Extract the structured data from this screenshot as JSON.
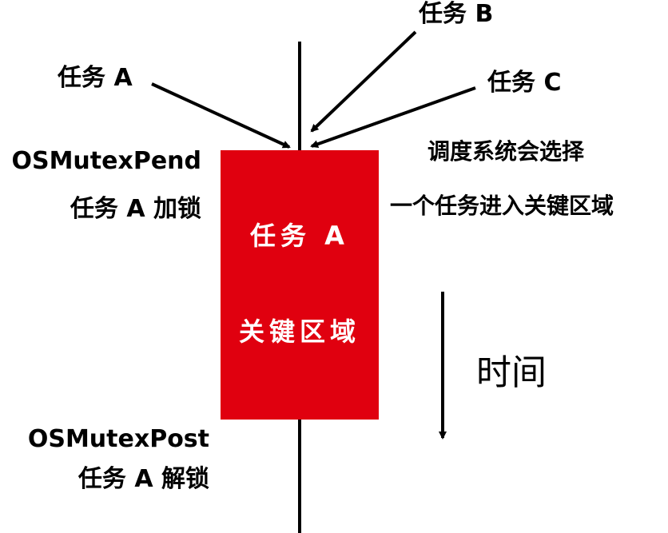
{
  "colors": {
    "critical_block": "#e0000f",
    "block_text": "#ffffff",
    "lines": "#000000"
  },
  "tasks": {
    "task_a": "任务 A",
    "task_b": "任务 B",
    "task_c": "任务 C"
  },
  "pend": {
    "func": "OSMutexPend",
    "desc": "任务 A 加锁"
  },
  "post": {
    "func": "OSMutexPost",
    "desc": "任务 A 解锁"
  },
  "scheduler": {
    "line1": "调度系统会选择",
    "line2": "一个任务进入关键区域"
  },
  "block": {
    "owner": "任务 A",
    "label": "关键区域"
  },
  "time_label": "时间"
}
